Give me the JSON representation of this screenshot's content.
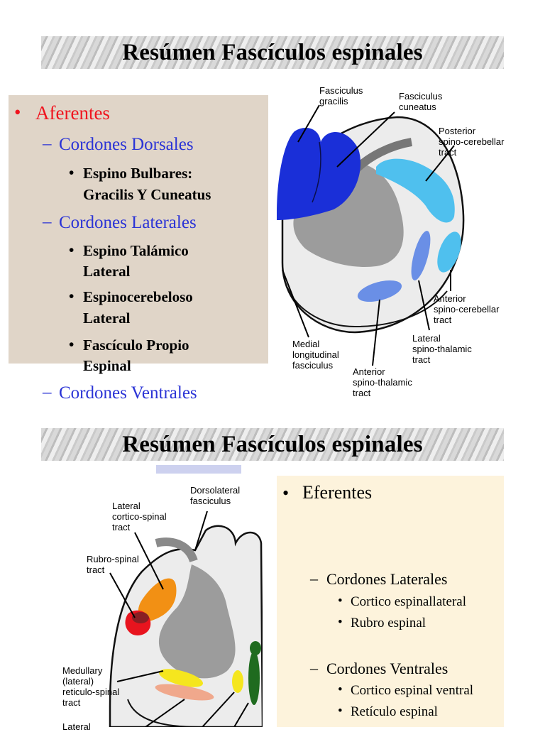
{
  "slide1": {
    "title": "Resúmen Fascículos espinales",
    "bullet": "•",
    "heading": "Aferentes",
    "dash": "–",
    "sub1": "Cordones Dorsales",
    "item1a": "Espino Bulbares:",
    "item1b": "Gracilis Y Cuneatus",
    "sub2": "Cordones Laterales",
    "item2a1": "Espino Talámico",
    "item2a2": "Lateral",
    "item2b1": "Espinocerebeloso",
    "item2b2": "Lateral",
    "item2c1": "Fascículo Propio",
    "item2c2": "Espinal",
    "sub3": "Cordones Ventrales",
    "diagram": {
      "fasciculus_gracilis": [
        "Fasciculus",
        "gracilis"
      ],
      "fasciculus_cuneatus": [
        "Fasciculus",
        "cuneatus"
      ],
      "posterior_spinocerebellar": [
        "Posterior",
        "spino-cerebellar",
        "tract"
      ],
      "anterior_spinocerebellar": [
        "Anterior",
        "spino-cerebellar",
        "tract"
      ],
      "lateral_spinothalamic": [
        "Lateral",
        "spino-thalamic",
        "tract"
      ],
      "anterior_spinothalamic": [
        "Anterior",
        "spino-thalamic",
        "tract"
      ],
      "medial_longitudinal": [
        "Medial",
        "longitudinal",
        "fasciculus"
      ]
    }
  },
  "slide2": {
    "title": "Resúmen Fascículos espinales",
    "bullet": "•",
    "heading": "Eferentes",
    "dash": "–",
    "sub1": "Cordones Laterales",
    "item1a": "Cortico espinallateral",
    "item1b": "Rubro espinal",
    "sub2": "Cordones Ventrales",
    "item2a": "Cortico espinal ventral",
    "item2b": "Retículo espinal",
    "diagram": {
      "dorsolateral": [
        "Dorsolateral",
        "fasciculus"
      ],
      "lateral_corticospinal": [
        "Lateral",
        "cortico-spinal",
        "tract"
      ],
      "rubrospinal": [
        "Rubro-spinal",
        "tract"
      ],
      "medullary_reticulospinal": [
        "Medullary",
        "(lateral)",
        "reticulo-spinal",
        "tract"
      ],
      "cut_label": "Lateral"
    }
  },
  "colors": {
    "red": "#f0141e",
    "blue": "#2b34d6",
    "box1_bg": "#e0d5c8",
    "box2_bg": "#fdf3dc"
  }
}
